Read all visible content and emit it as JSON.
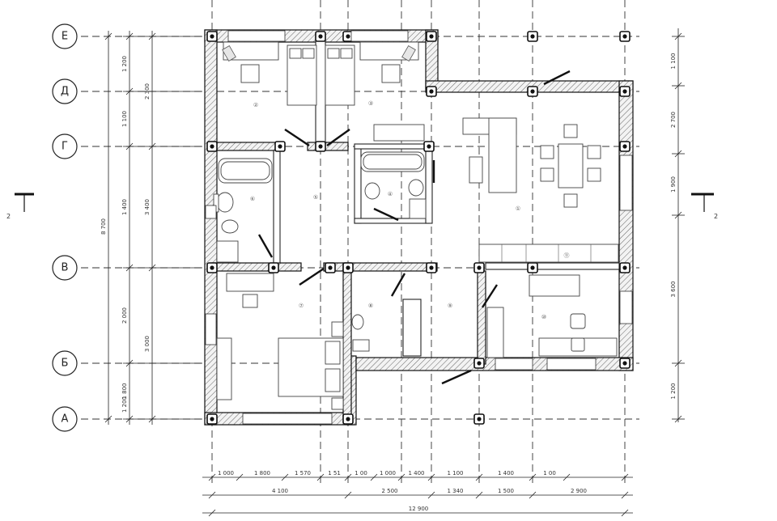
{
  "grid_rows": [
    {
      "letter": "Е"
    },
    {
      "letter": "Д"
    },
    {
      "letter": "Г"
    },
    {
      "letter": "В"
    },
    {
      "letter": "Б"
    },
    {
      "letter": "А"
    }
  ],
  "room_numbers": [
    "①",
    "②",
    "③",
    "④",
    "⑤",
    "⑥",
    "⑦",
    "⑧",
    "⑨",
    "⑩",
    "⑪"
  ],
  "section_mark": {
    "left": "2",
    "right": "2"
  },
  "bottom_dimensions": {
    "row1": [
      "1 000",
      "1 800",
      "1 570",
      "1 51",
      "1 00",
      "1 000",
      "1 400",
      "1 100",
      "1 400",
      "1 00"
    ],
    "row2": [
      "4 100",
      "2 500",
      "1 340",
      "1 500",
      "2 900"
    ],
    "overall": "12 900"
  },
  "left_dimensions": {
    "inner": [
      "1 200",
      "1 100",
      "1 400",
      "2 000",
      "1 800",
      "1 200"
    ],
    "middle": [
      "2 300",
      "3 400",
      "3 000"
    ],
    "outer": "8 700"
  },
  "right_dimensions": [
    "1 100",
    "2 700",
    "1 900",
    "3 600",
    "1 200"
  ]
}
